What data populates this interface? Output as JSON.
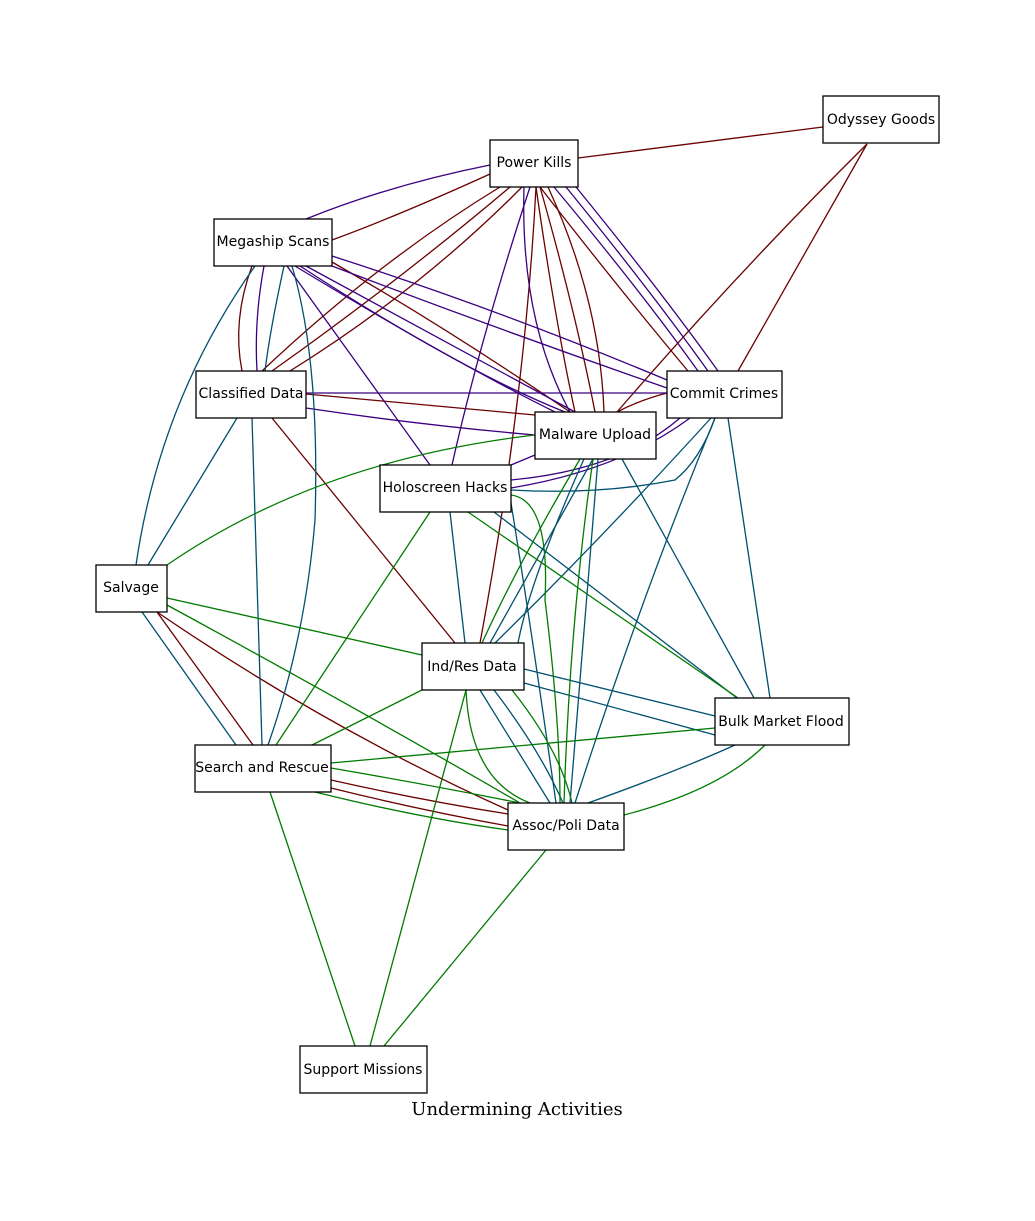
{
  "diagram": {
    "title": "Undermining Activities",
    "colors": {
      "red": "#6b0000",
      "purple": "#3a0080",
      "teal": "#00506e",
      "green": "#007a00"
    },
    "nodes": {
      "odyssey_goods": "Odyssey Goods",
      "power_kills": "Power Kills",
      "megaship_scans": "Megaship Scans",
      "classified_data": "Classified Data",
      "commit_crimes": "Commit Crimes",
      "malware_upload": "Malware Upload",
      "holoscreen_hacks": "Holoscreen Hacks",
      "salvage": "Salvage",
      "ind_res_data": "Ind/Res Data",
      "bulk_market_flood": "Bulk Market Flood",
      "search_and_rescue": "Search and Rescue",
      "assoc_poli_data": "Assoc/Poli Data",
      "support_missions": "Support Missions"
    }
  }
}
